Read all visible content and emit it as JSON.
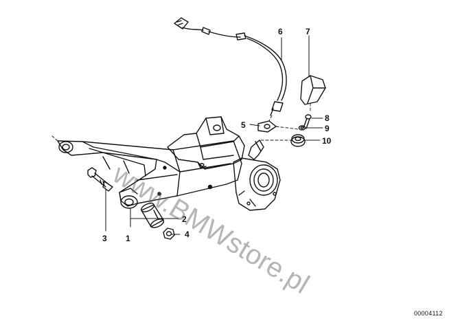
{
  "diagram": {
    "callouts": [
      {
        "id": "c1",
        "label": "1"
      },
      {
        "id": "c2",
        "label": "2"
      },
      {
        "id": "c3",
        "label": "3"
      },
      {
        "id": "c4",
        "label": "4"
      },
      {
        "id": "c5",
        "label": "5"
      },
      {
        "id": "c6",
        "label": "6"
      },
      {
        "id": "c7",
        "label": "7"
      },
      {
        "id": "c8",
        "label": "8"
      },
      {
        "id": "c9",
        "label": "9"
      },
      {
        "id": "c10",
        "label": "10"
      }
    ],
    "catalog_number": "00004112",
    "watermark": "www.BMWstore.pl"
  }
}
